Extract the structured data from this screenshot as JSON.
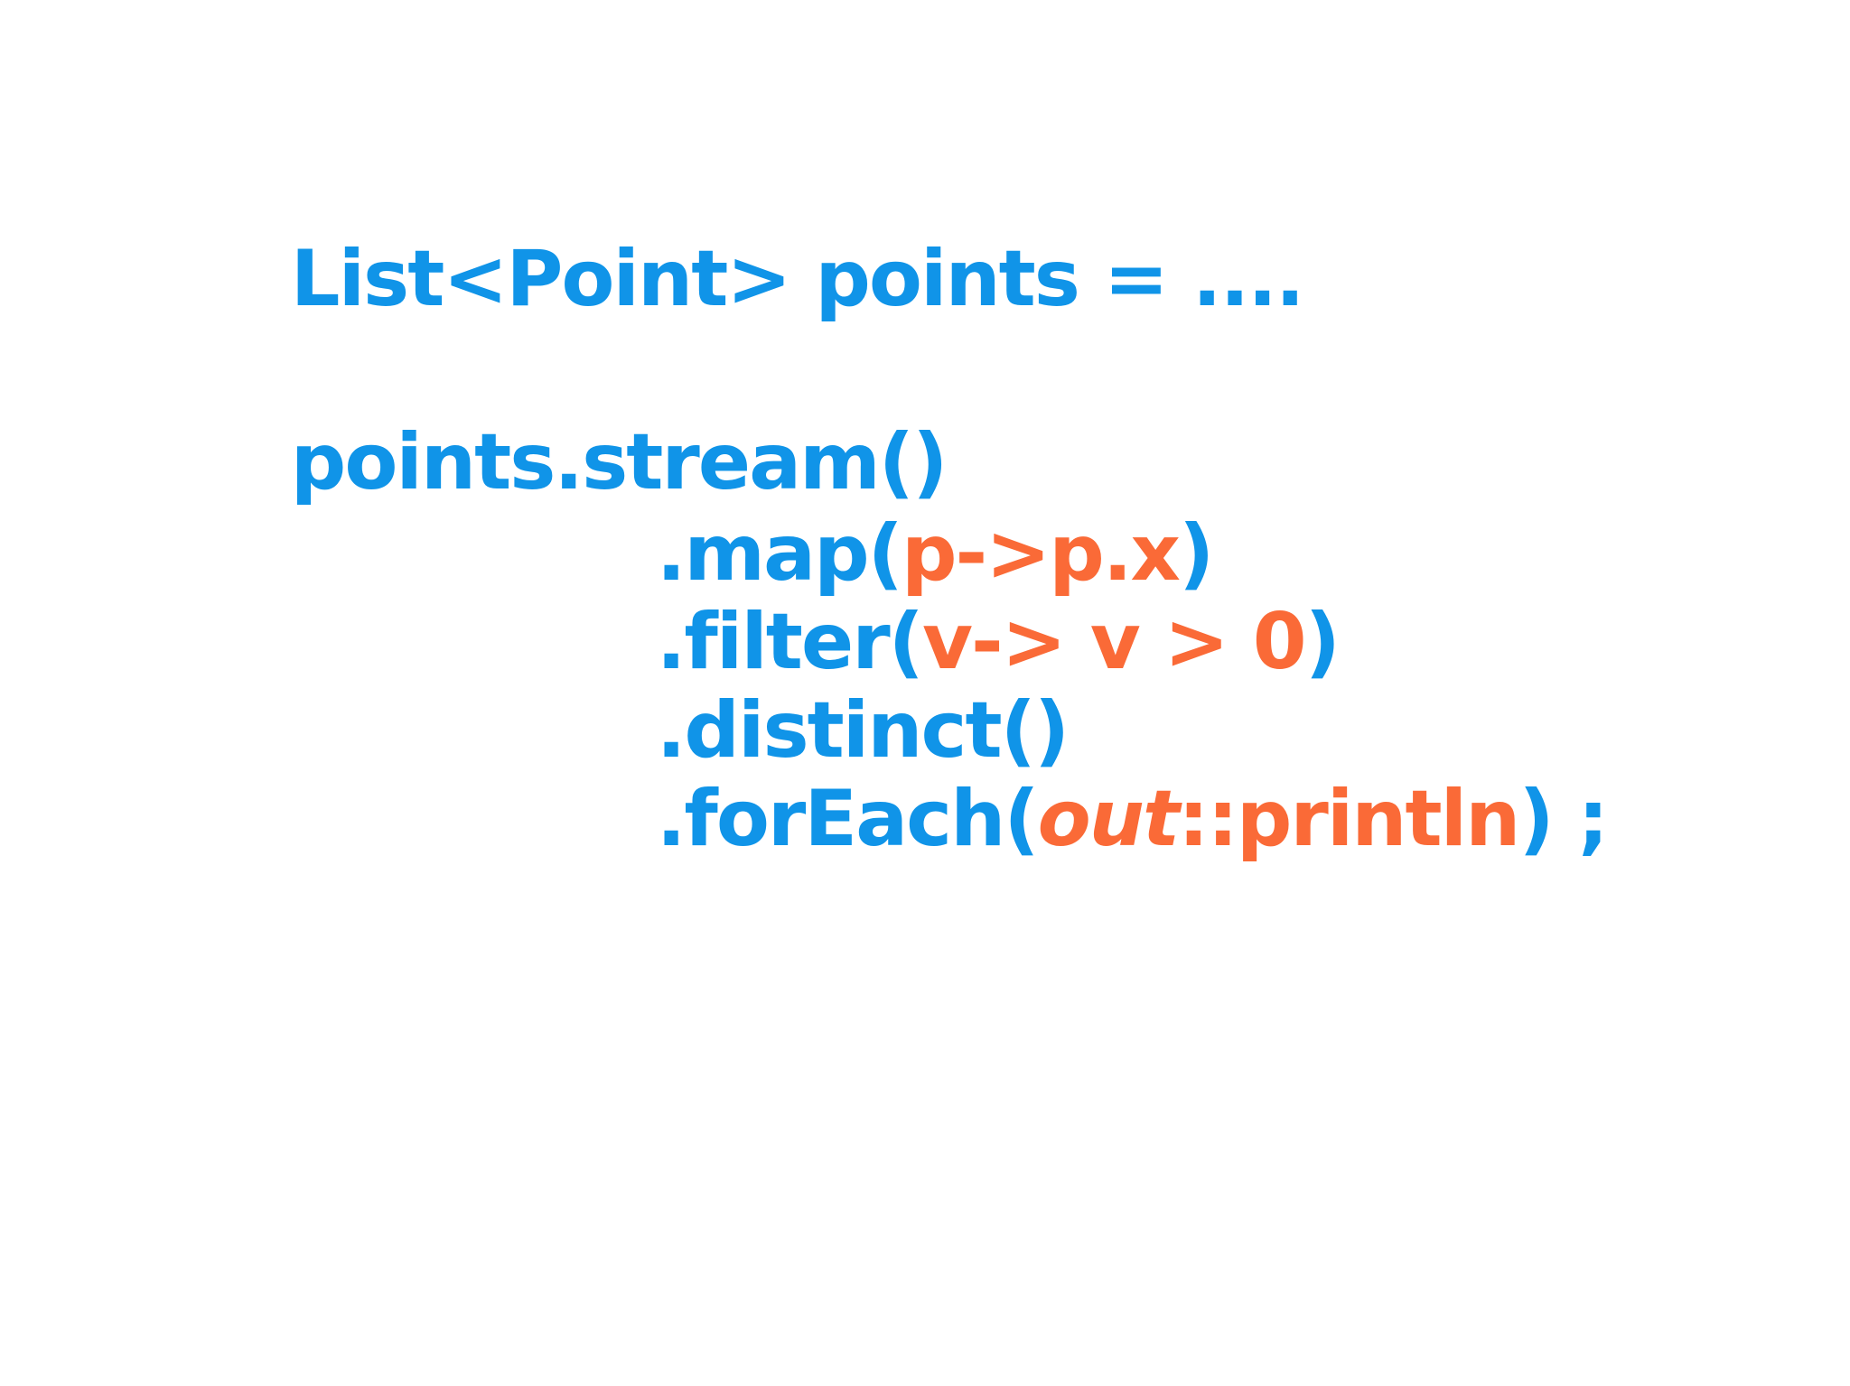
{
  "colors": {
    "code_blue": "#1094e8",
    "code_orange": "#fa6a37",
    "background": "#ffffff"
  },
  "code": {
    "declaration": "List<Point> points = ....",
    "stream_call": "points.stream()",
    "map": {
      "method": ".map(",
      "lambda": "p->p.x",
      "close": ")"
    },
    "filter": {
      "method": ".filter(",
      "lambda": "v-> v > 0",
      "close": ")"
    },
    "distinct": {
      "method": ".distinct()"
    },
    "forEach": {
      "method": ".forEach(",
      "ref_target": "out",
      "ref_method": "::println",
      "close": ") ;"
    }
  }
}
